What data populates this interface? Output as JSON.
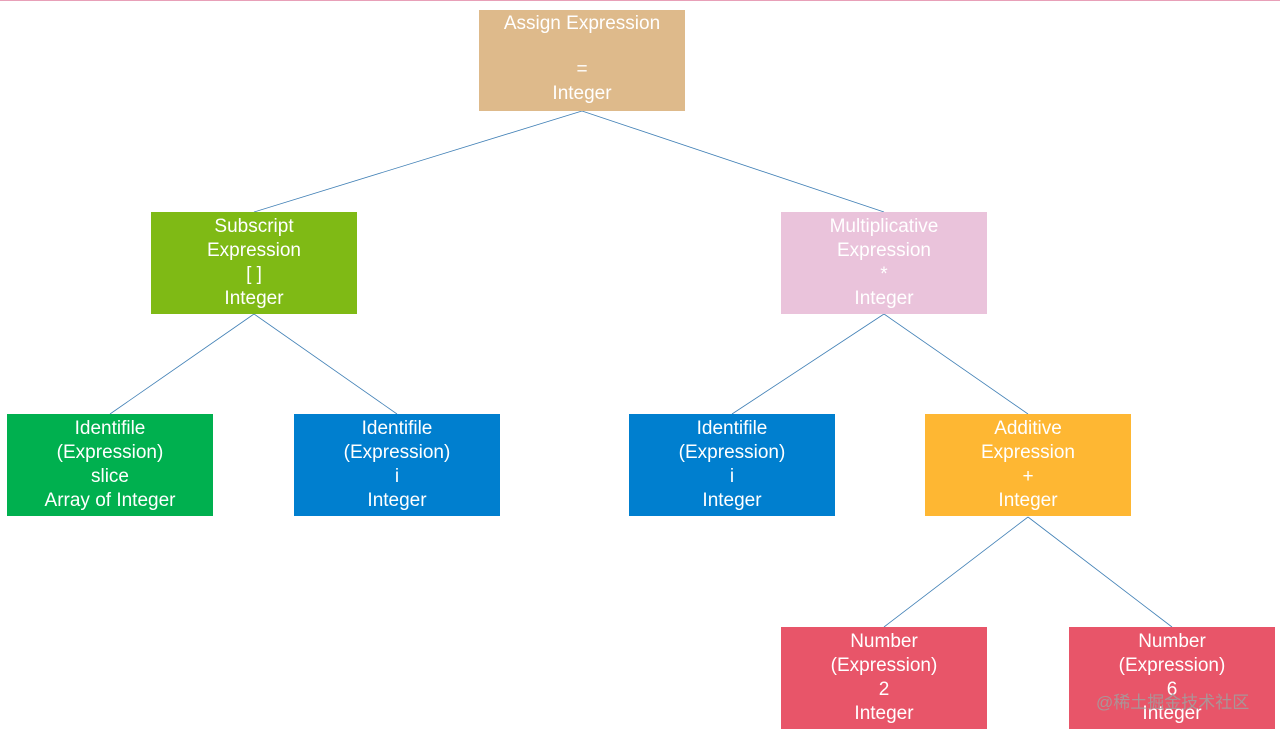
{
  "colors": {
    "top_rule": "#e8a0b8",
    "edge": "#3f7fb5",
    "assign": "#deba8b",
    "subscript": "#7fba15",
    "multiplicative": "#eac3db",
    "identifier_slice": "#00b04f",
    "identifier_i": "#007fcf",
    "additive": "#feb733",
    "number": "#e85569"
  },
  "nodes": {
    "assign": {
      "line1": "Assign Expression",
      "line2": "",
      "line3": "=",
      "line4": "Integer"
    },
    "subscript": {
      "line1": "Subscript",
      "line2": "Expression",
      "line3": "[ ]",
      "line4": "Integer"
    },
    "multiplicative": {
      "line1": "Multiplicative",
      "line2": "Expression",
      "line3": "*",
      "line4": "Integer"
    },
    "ident_slice": {
      "line1": "Identifile",
      "line2": "(Expression)",
      "line3": "slice",
      "line4": "Array of Integer"
    },
    "ident_i_left": {
      "line1": "Identifile",
      "line2": "(Expression)",
      "line3": "i",
      "line4": "Integer"
    },
    "ident_i_right": {
      "line1": "Identifile",
      "line2": "(Expression)",
      "line3": "i",
      "line4": "Integer"
    },
    "additive": {
      "line1": "Additive",
      "line2": "Expression",
      "line3": "+",
      "line4": "Integer"
    },
    "number_2": {
      "line1": "Number",
      "line2": "(Expression)",
      "line3": "2",
      "line4": "Integer"
    },
    "number_6": {
      "line1": "Number",
      "line2": "(Expression)",
      "line3": "6",
      "line4": "Integer"
    }
  },
  "edges": [
    [
      "assign",
      "subscript"
    ],
    [
      "assign",
      "multiplicative"
    ],
    [
      "subscript",
      "ident_slice"
    ],
    [
      "subscript",
      "ident_i_left"
    ],
    [
      "multiplicative",
      "ident_i_right"
    ],
    [
      "multiplicative",
      "additive"
    ],
    [
      "additive",
      "number_2"
    ],
    [
      "additive",
      "number_6"
    ]
  ],
  "watermark": "@稀土掘金技术社区"
}
